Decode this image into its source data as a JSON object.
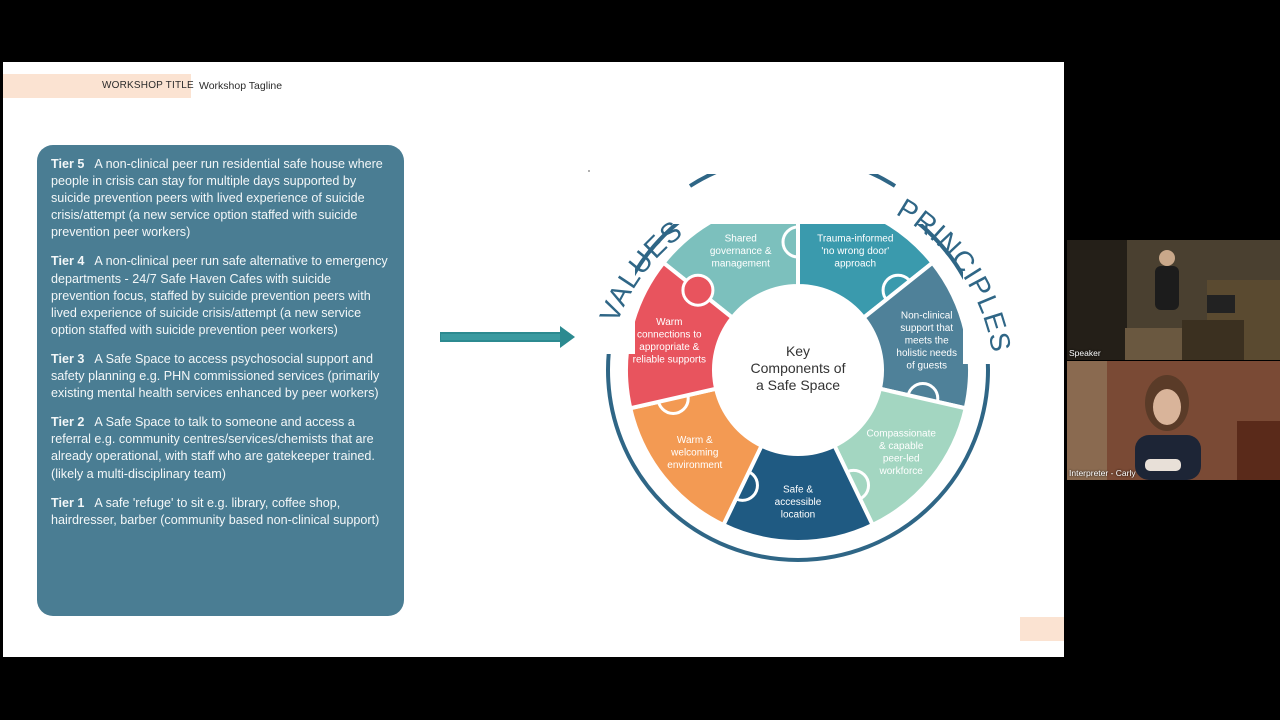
{
  "slide": {
    "workshop_title": "WORKSHOP TITLE",
    "workshop_tagline": "Workshop Tagline"
  },
  "tiers": [
    {
      "label": "Tier 5",
      "text": "A non-clinical peer run residential safe house where people in crisis can stay for multiple days supported by suicide prevention peers with lived experience of suicide crisis/attempt (a new service option staffed with suicide prevention peer workers)"
    },
    {
      "label": "Tier 4",
      "text": "A non-clinical peer run safe alternative to emergency departments - 24/7 Safe Haven Cafes with suicide prevention focus, staffed by suicide prevention peers with lived experience of suicide crisis/attempt (a new service option staffed with suicide prevention peer workers)"
    },
    {
      "label": "Tier 3",
      "text": "A Safe Space to access psychosocial support and safety planning e.g. PHN commissioned services (primarily existing mental health services enhanced by peer workers)"
    },
    {
      "label": "Tier 2",
      "text": "A Safe Space to talk to someone and access a referral e.g. community centres/services/chemists that are already operational, with staff who are gatekeeper trained.  (likely a multi-disciplinary team)"
    },
    {
      "label": "Tier 1",
      "text": "A safe 'refuge' to sit e.g. library, coffee shop, hairdresser, barber (community based non-clinical support)"
    }
  ],
  "wheel": {
    "center_lines": [
      "Key",
      "Components of",
      "a Safe Space"
    ],
    "arc_left": "VALUES",
    "arc_right": "PRINCIPLES",
    "segments": [
      {
        "lines": [
          "Shared",
          "governance &",
          "management"
        ],
        "color": "#7cc0bd"
      },
      {
        "lines": [
          "Trauma-informed",
          "'no wrong door'",
          "approach"
        ],
        "color": "#3a9aad"
      },
      {
        "lines": [
          "Non-clinical",
          "support that",
          "meets the",
          "holistic needs",
          "of guests"
        ],
        "color": "#4f8199"
      },
      {
        "lines": [
          "Compassionate",
          "& capable",
          "peer-led",
          "workforce"
        ],
        "color": "#a3d6c1"
      },
      {
        "lines": [
          "Safe &",
          "accessible",
          "location"
        ],
        "color": "#1f5a82"
      },
      {
        "lines": [
          "Warm &",
          "welcoming",
          "environment"
        ],
        "color": "#f39a53"
      },
      {
        "lines": [
          "Warm",
          "connections to",
          "appropriate &",
          "reliable supports"
        ],
        "color": "#e8545e"
      }
    ],
    "ring_color": "#2f6686",
    "arrow_color": "#2c8a90"
  },
  "participants": [
    {
      "label": "Speaker"
    },
    {
      "label": "Interpreter - Carly"
    }
  ]
}
